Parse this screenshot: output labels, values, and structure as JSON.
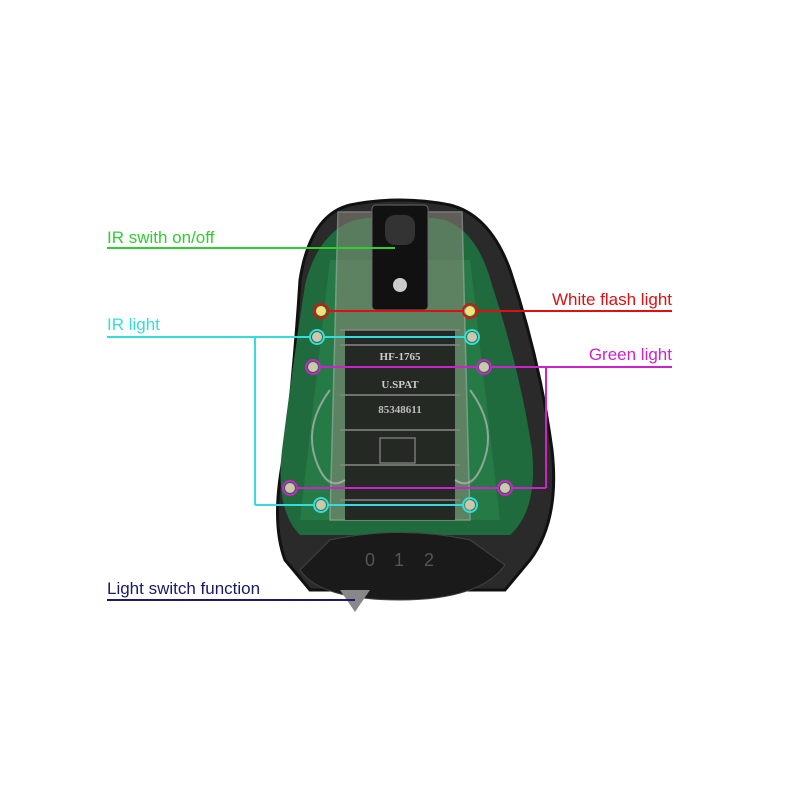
{
  "labels": {
    "ir_switch": "IR swith on/off",
    "white_flash": "White flash light",
    "ir_light": "IR light",
    "green_light": "Green light",
    "light_switch": "Light switch function"
  },
  "device": {
    "model": "HF-1765",
    "patent": "U.SPAT",
    "number": "85348611",
    "switch_positions": [
      "0",
      "1",
      "2"
    ]
  },
  "colors": {
    "ir_switch": "#33cc33",
    "white_flash": "#dd1111",
    "ir_light": "#33dddd",
    "green_light": "#cc22cc",
    "light_switch": "#1a1a66"
  }
}
